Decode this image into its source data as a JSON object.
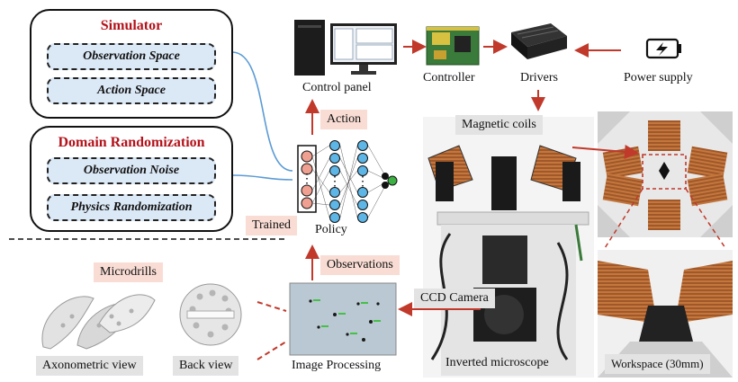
{
  "simulator": {
    "title": "Simulator",
    "items": [
      "Observation Space",
      "Action Space"
    ]
  },
  "domain_randomization": {
    "title": "Domain Randomization",
    "items": [
      "Observation Noise",
      "Physics Randomization"
    ]
  },
  "policy": {
    "label": "Policy",
    "trained_tag": "Trained",
    "action_tag": "Action",
    "observations_tag": "Observations"
  },
  "hardware": {
    "control_panel": "Control panel",
    "controller": "Controller",
    "drivers": "Drivers",
    "power_supply": "Power supply",
    "magnetic_coils": "Magnetic coils",
    "ccd_camera": "CCD Camera",
    "inverted_microscope": "Inverted microscope",
    "workspace": "Workspace (30mm)"
  },
  "microdrills": {
    "title": "Microdrills",
    "axonometric": "Axonometric view",
    "back": "Back view",
    "image_processing": "Image Processing"
  },
  "colors": {
    "title_red": "#b3121b",
    "arrow_red": "#c0392b",
    "box_blue": "#dbe8f6",
    "tag_pink": "#f9ddd5",
    "connector_blue": "#5b9bd5"
  }
}
